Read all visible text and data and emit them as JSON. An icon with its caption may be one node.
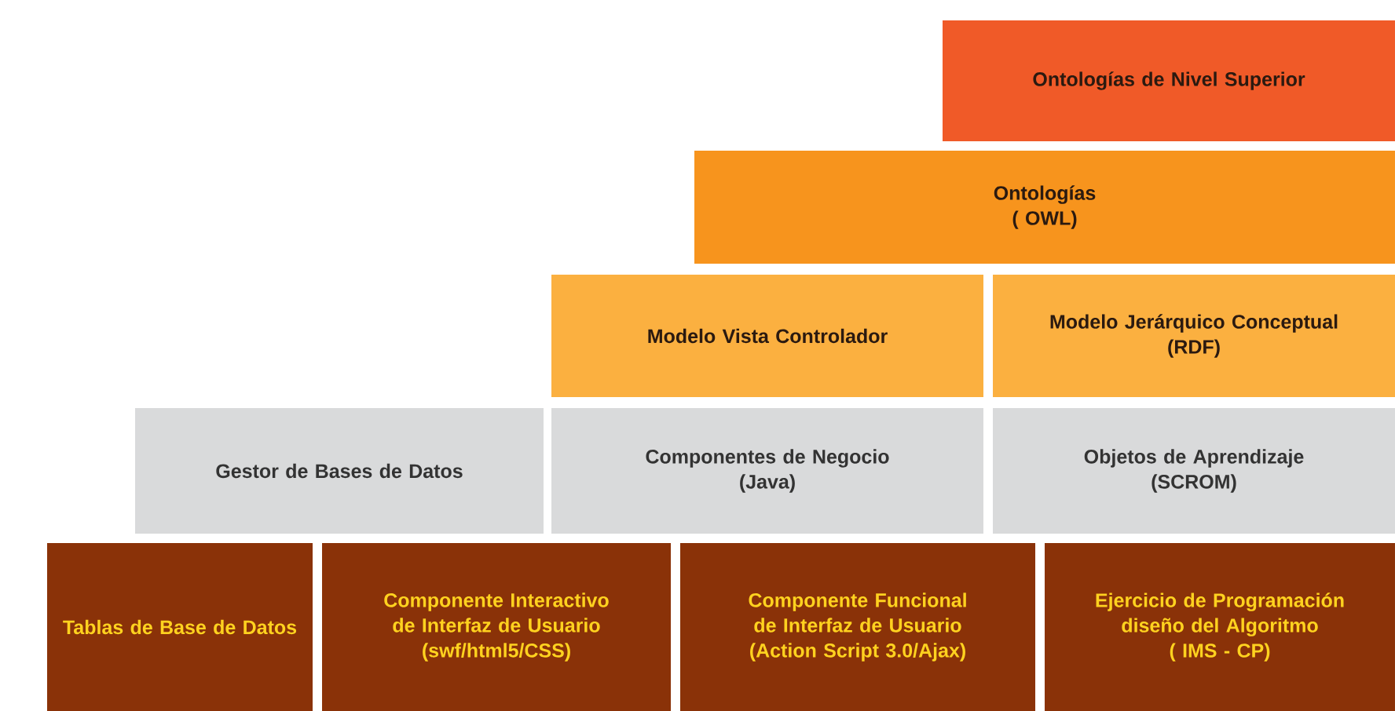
{
  "diagram": {
    "nodes": [
      {
        "text": [
          "Ontologías de Nivel Superior"
        ]
      },
      {
        "text": [
          "Ontologías",
          "( OWL)"
        ]
      },
      {
        "text": [
          "Modelo Vista Controlador"
        ]
      },
      {
        "text": [
          "Modelo Jerárquico Conceptual",
          "(RDF)"
        ]
      },
      {
        "text": [
          "Gestor de Bases de Datos"
        ]
      },
      {
        "text": [
          "Componentes de Negocio",
          "(Java)"
        ]
      },
      {
        "text": [
          "Objetos de Aprendizaje",
          "(SCROM)"
        ]
      },
      {
        "text": [
          "Tablas de Base de Datos"
        ]
      },
      {
        "text": [
          "Componente Interactivo de Interfaz de Usuario",
          "(swf/html5/CSS)"
        ]
      },
      {
        "text": [
          "Componente Funcional de Interfaz de Usuario",
          "(Action Script 3.0/Ajax)"
        ]
      },
      {
        "text": [
          "Ejercicio de Programación diseño del Algoritmo",
          "( IMS - CP)"
        ]
      }
    ]
  }
}
